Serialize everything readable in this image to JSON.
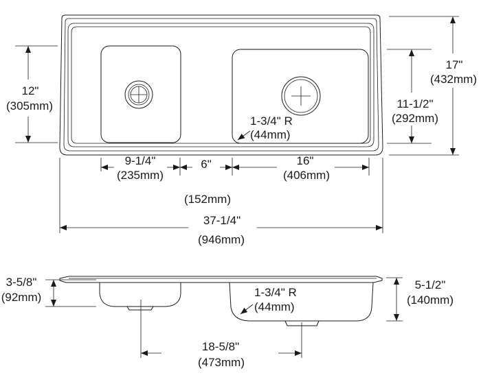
{
  "top_view": {
    "overall_height": {
      "imperial": "17\"",
      "metric": "(432mm)"
    },
    "small_bowl_height": {
      "imperial": "12\"",
      "metric": "(305mm)"
    },
    "large_bowl_height": {
      "imperial": "11-1/2\"",
      "metric": "(292mm)"
    },
    "corner_radius": {
      "imperial": "1-3/4\" R",
      "metric": "(44mm)"
    },
    "small_bowl_width": {
      "imperial": "9-1/4\"",
      "metric": "(235mm)"
    },
    "bowl_gap": {
      "imperial": "6\"",
      "metric": "(152mm)"
    },
    "large_bowl_width": {
      "imperial": "16\"",
      "metric": "(406mm)"
    },
    "overall_width": {
      "imperial": "37-1/4\"",
      "metric": "(946mm)"
    }
  },
  "side_view": {
    "small_bowl_depth": {
      "imperial": "3-5/8\"",
      "metric": "(92mm)"
    },
    "corner_radius": {
      "imperial": "1-3/4\" R",
      "metric": "(44mm)"
    },
    "large_bowl_depth": {
      "imperial": "5-1/2\"",
      "metric": "(140mm)"
    },
    "drain_spacing": {
      "imperial": "18-5/8\"",
      "metric": "(473mm)"
    }
  }
}
